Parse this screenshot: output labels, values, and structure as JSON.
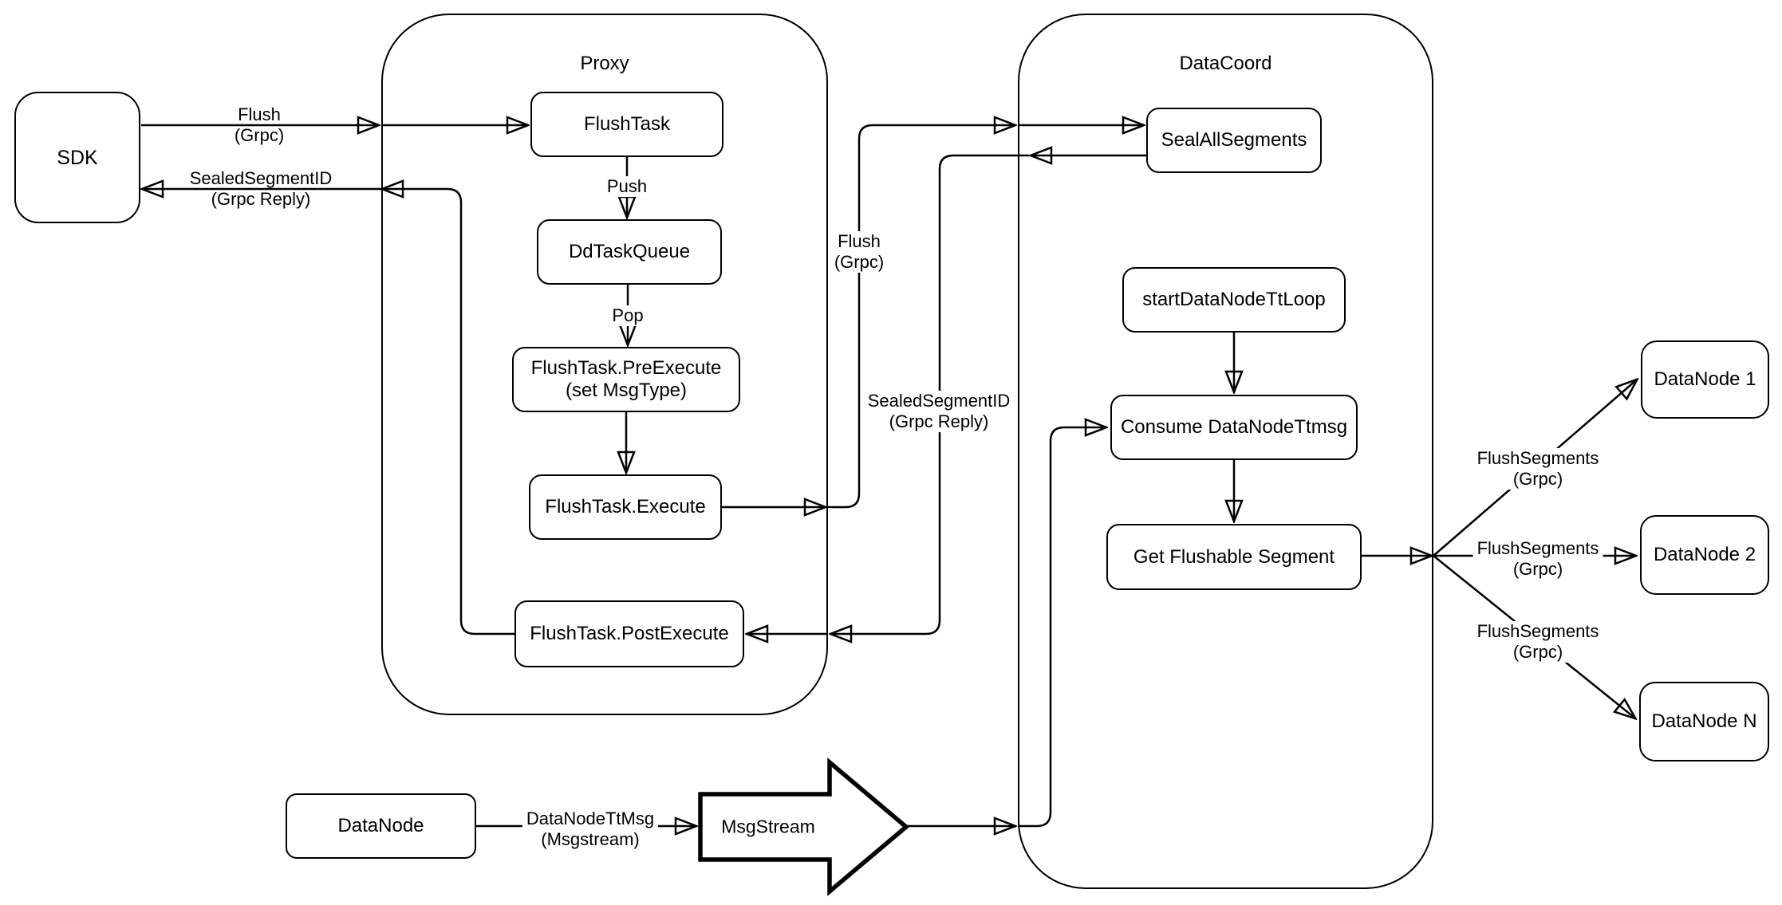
{
  "containers": {
    "proxy": "Proxy",
    "data_coord": "DataCoord"
  },
  "nodes": {
    "sdk": "SDK",
    "flush_task": "FlushTask",
    "dd_task_queue": "DdTaskQueue",
    "pre_execute_line1": "FlushTask.PreExecute",
    "pre_execute_line2": "(set MsgType)",
    "execute": "FlushTask.Execute",
    "post_execute": "FlushTask.PostExecute",
    "seal_all_segments": "SealAllSegments",
    "start_data_node_tt_loop": "startDataNodeTtLoop",
    "consume_data_node_ttmsg": "Consume DataNodeTtmsg",
    "get_flushable_segment": "Get Flushable Segment",
    "data_node_1": "DataNode 1",
    "data_node_2": "DataNode 2",
    "data_node_n": "DataNode N",
    "data_node": "DataNode",
    "msg_stream": "MsgStream"
  },
  "edge_labels": {
    "flush_line1": "Flush",
    "flush_line2": "(Grpc)",
    "sealed_segment_line1": "SealedSegmentID",
    "sealed_segment_line2": "(Grpc Reply)",
    "push": "Push",
    "pop": "Pop",
    "flush_segments_line1": "FlushSegments",
    "flush_segments_line2": "(Grpc)",
    "data_node_tt_msg_line1": "DataNodeTtMsg",
    "data_node_tt_msg_line2": "(Msgstream)"
  },
  "colors": {
    "stroke": "#000000",
    "background": "#ffffff"
  }
}
